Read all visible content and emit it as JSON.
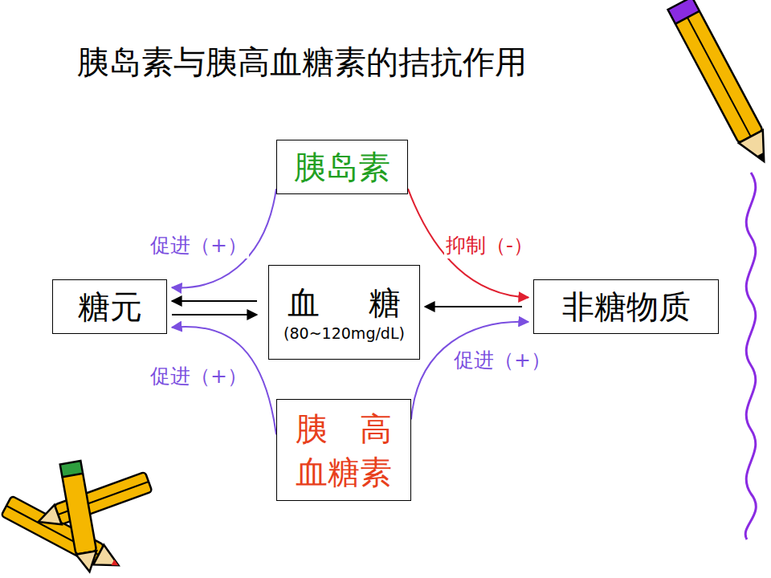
{
  "diagram": {
    "title": "胰岛素与胰高血糖素的拮抗作用",
    "nodes": [
      {
        "text": [
          "糖元"
        ]
      },
      {
        "text": [
          "血 糖",
          "(80~120mg/dL)"
        ]
      },
      {
        "text": [
          "非糖物质"
        ]
      },
      {
        "text": [
          "胰岛素"
        ]
      },
      {
        "text": [
          "胰 高 血糖素"
        ]
      }
    ],
    "edges": [
      {
        "from": 1,
        "to": 0,
        "arrow": "to"
      },
      {
        "from": 0,
        "to": 1,
        "arrow": "to"
      },
      {
        "from": 2,
        "to": 1,
        "arrow": "to"
      },
      {
        "from": 3,
        "to": 0,
        "label": "促进（+）",
        "arrow": "to"
      },
      {
        "from": 3,
        "to": 2,
        "label": "抑制（-）",
        "arrow": "to"
      },
      {
        "from": 4,
        "to": 0,
        "label": "促进（+）",
        "arrow": "to"
      },
      {
        "from": 4,
        "to": 2,
        "label": "促进（+）",
        "arrow": "to"
      }
    ]
  }
}
